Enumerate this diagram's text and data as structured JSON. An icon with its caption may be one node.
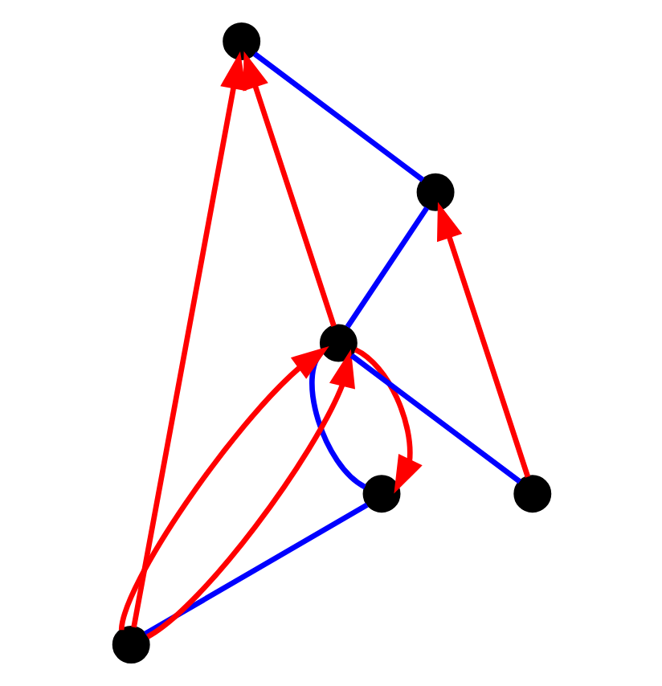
{
  "diagram": {
    "nodes": [
      {
        "text": [],
        "shape": "circle"
      },
      {
        "text": [],
        "shape": "circle"
      },
      {
        "text": [],
        "shape": "circle"
      },
      {
        "text": [],
        "shape": "circle"
      },
      {
        "text": [],
        "shape": "circle"
      },
      {
        "text": [],
        "shape": "circle"
      }
    ],
    "edges": [
      {
        "from": 1,
        "to": 0,
        "arrow": "none",
        "color": "#0000ff"
      },
      {
        "from": 0,
        "to": 2,
        "arrow": "none",
        "color": "#0000ff"
      },
      {
        "from": 2,
        "to": 4,
        "arrow": "none",
        "color": "#0000ff"
      },
      {
        "from": 4,
        "to": 5,
        "arrow": "none",
        "color": "#0000ff"
      },
      {
        "from": 3,
        "to": 2,
        "arrow": "none",
        "color": "#0000ff"
      },
      {
        "from": 2,
        "to": 0,
        "arrow": "to",
        "color": "#ff0000"
      },
      {
        "from": 3,
        "to": 4,
        "arrow": "to",
        "color": "#ff0000"
      },
      {
        "from": 1,
        "to": 2,
        "arrow": "to",
        "color": "#ff0000"
      },
      {
        "from": 1,
        "to": 2,
        "arrow": "to",
        "color": "#ff0000"
      },
      {
        "from": 1,
        "to": 5,
        "arrow": "to",
        "color": "#ff0000"
      },
      {
        "from": 2,
        "to": 5,
        "arrow": "to",
        "color": "#ff0000"
      }
    ]
  }
}
